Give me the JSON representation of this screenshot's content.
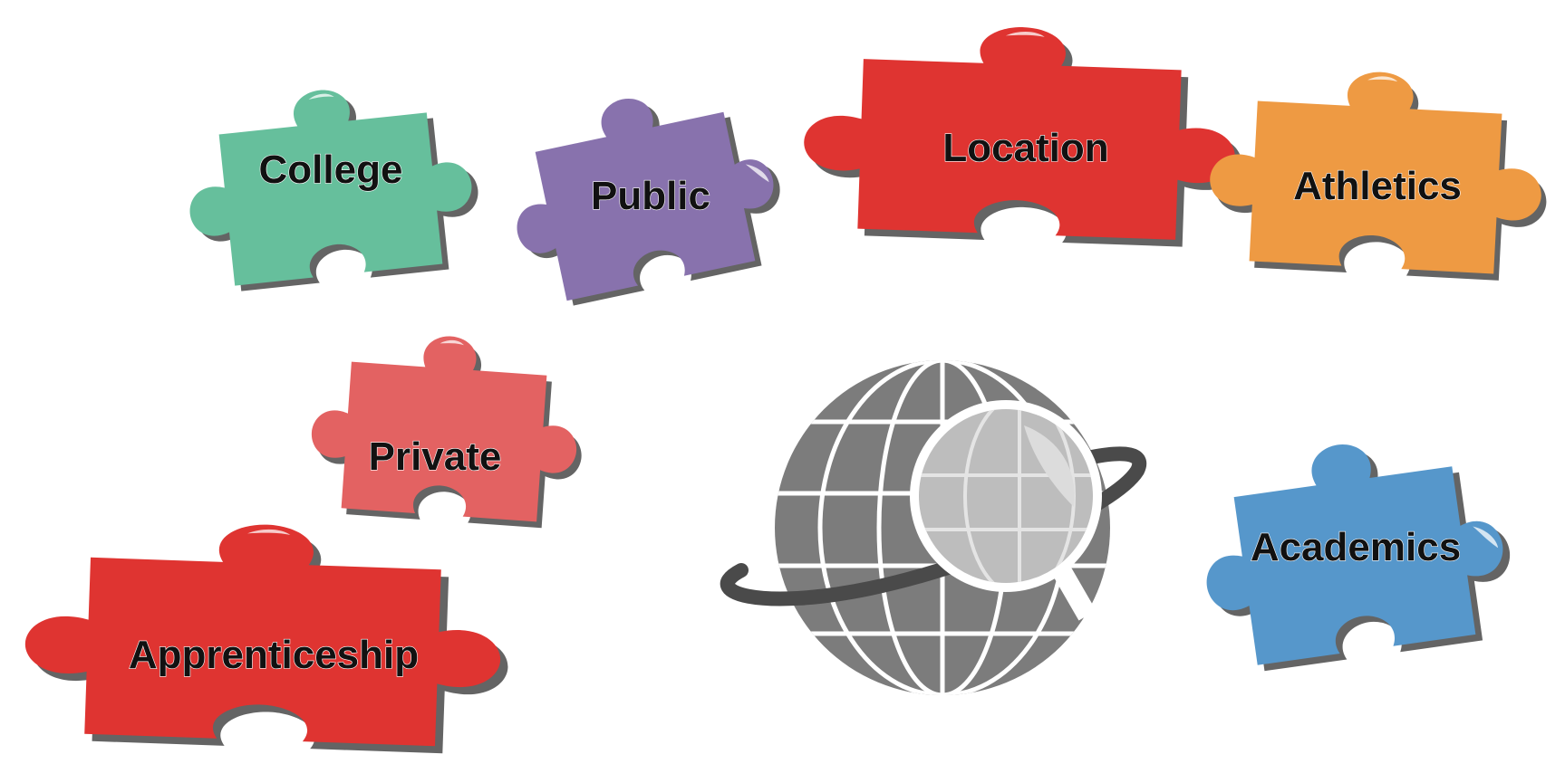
{
  "pieces": [
    {
      "id": "college",
      "label": "College",
      "color": "#66bf9c"
    },
    {
      "id": "public",
      "label": "Public",
      "color": "#8872ad"
    },
    {
      "id": "location",
      "label": "Location",
      "color": "#df3431"
    },
    {
      "id": "athletics",
      "label": "Athletics",
      "color": "#ee9a43"
    },
    {
      "id": "private",
      "label": "Private",
      "color": "#e36262"
    },
    {
      "id": "academics",
      "label": "Academics",
      "color": "#5697cb"
    },
    {
      "id": "apprenticeship",
      "label": "Apprenticeship",
      "color": "#df3431"
    }
  ],
  "globe": {
    "icon": "globe-search-icon",
    "fill": "#7c7c7c",
    "lines": "#ffffff",
    "lens": "#bdbdbd",
    "ring": "#4a4a4a"
  }
}
